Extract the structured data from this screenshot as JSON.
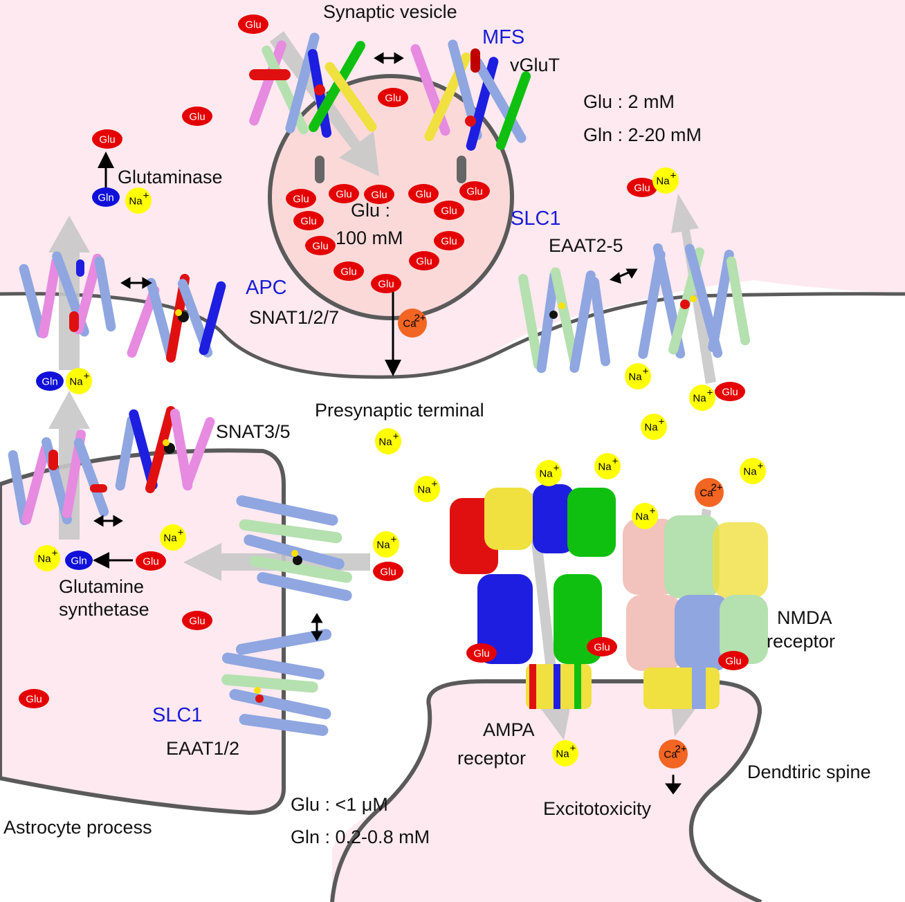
{
  "labels": {
    "synaptic_vesicle": "Synaptic vesicle",
    "mfs": "MFS",
    "vglut": "vGluT",
    "glu_conc_cleft": "Glu : 2 mM",
    "gln_conc_cleft": "Gln : 2-20 mM",
    "glutaminase": "Glutaminase",
    "vesicle_glu_1": "Glu :",
    "vesicle_glu_2": "100 mM",
    "slc1_top": "SLC1",
    "eaat2_5": "EAAT2-5",
    "apc": "APC",
    "snat127": "SNAT1/2/7",
    "presynaptic": "Presynaptic terminal",
    "snat35": "SNAT3/5",
    "glutamine_synthetase_1": "Glutamine",
    "glutamine_synthetase_2": "synthetase",
    "nmda_1": "NMDA",
    "nmda_2": "receptor",
    "slc1_bottom": "SLC1",
    "eaat12": "EAAT1/2",
    "ampa_1": "AMPA",
    "ampa_2": "receptor",
    "dendritic": "Dendtiric spine",
    "excitotoxicity": "Excitotoxicity",
    "astro_glu": "Glu : <1 μM",
    "astro_gln": "Gln : 0.2-0.8 mM",
    "astrocyte": "Astrocyte process"
  },
  "ions": {
    "glu": "Glu",
    "gln": "Gln",
    "na": "Na",
    "ca": "Ca",
    "na_charge": "+",
    "ca_charge": "2+"
  },
  "colors": {
    "cell_fill": "#fde9ef",
    "vesicle_fill": "#fbd9d9",
    "membrane": "#5a5a5a",
    "glu": "#e40000",
    "gln": "#1010d8",
    "na": "#ffff00",
    "ca": "#f26522",
    "flow_arrow": "#c8c8c8",
    "helix_blue": "#8fa6e0",
    "helix_pink": "#e68be0",
    "helix_green": "#b5e0b0",
    "helix_red": "#e01010",
    "helix_yellow": "#f0e040"
  }
}
